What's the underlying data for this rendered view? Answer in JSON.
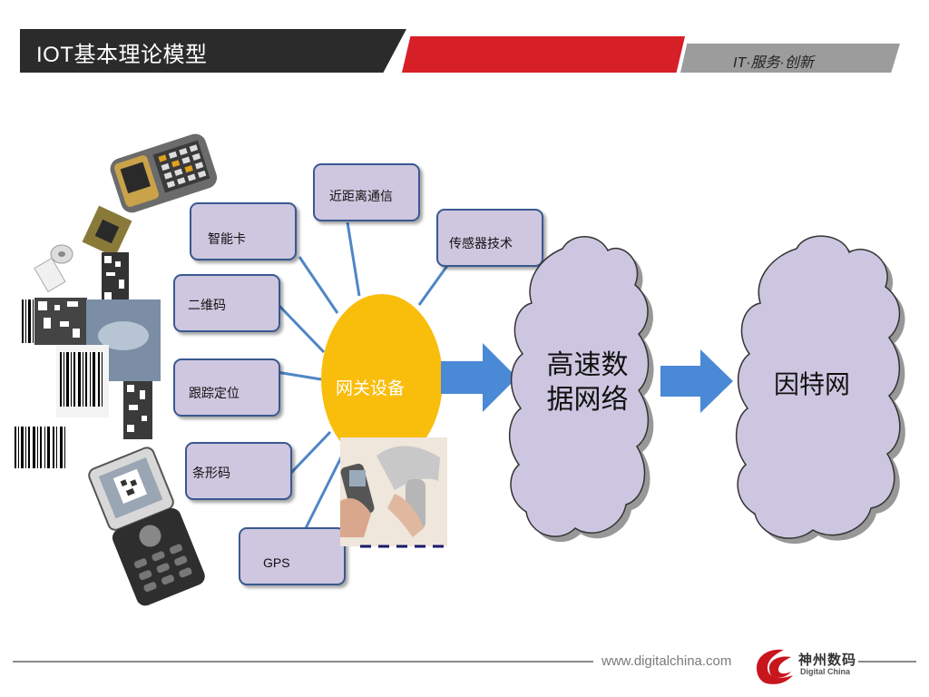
{
  "header": {
    "title": "IOT基本理论模型",
    "slogan": "IT·服务·创新"
  },
  "tech_items": [
    {
      "label": "近距离通信"
    },
    {
      "label": "智能卡"
    },
    {
      "label": "传感器技术"
    },
    {
      "label": "二维码"
    },
    {
      "label": "跟踪定位"
    },
    {
      "label": "条形码"
    },
    {
      "label": "GPS"
    }
  ],
  "gateway": {
    "label": "网关设备"
  },
  "network": {
    "line1": "高速数",
    "line2": "据网络"
  },
  "internet": {
    "label": "因特网"
  },
  "footer": {
    "url": "www.digitalchina.com",
    "logo_cn": "神州数码",
    "logo_en": "Digital China"
  },
  "colors": {
    "header_dark": "#2b2b2b",
    "header_red": "#d71f28",
    "header_gray": "#9c9c9c",
    "box_fill": "#cec7df",
    "box_border": "#3a5890",
    "gateway_fill": "#f9bd0c",
    "arrow_fill": "#4a89d6",
    "cloud_fill": "#cdc6e0"
  }
}
